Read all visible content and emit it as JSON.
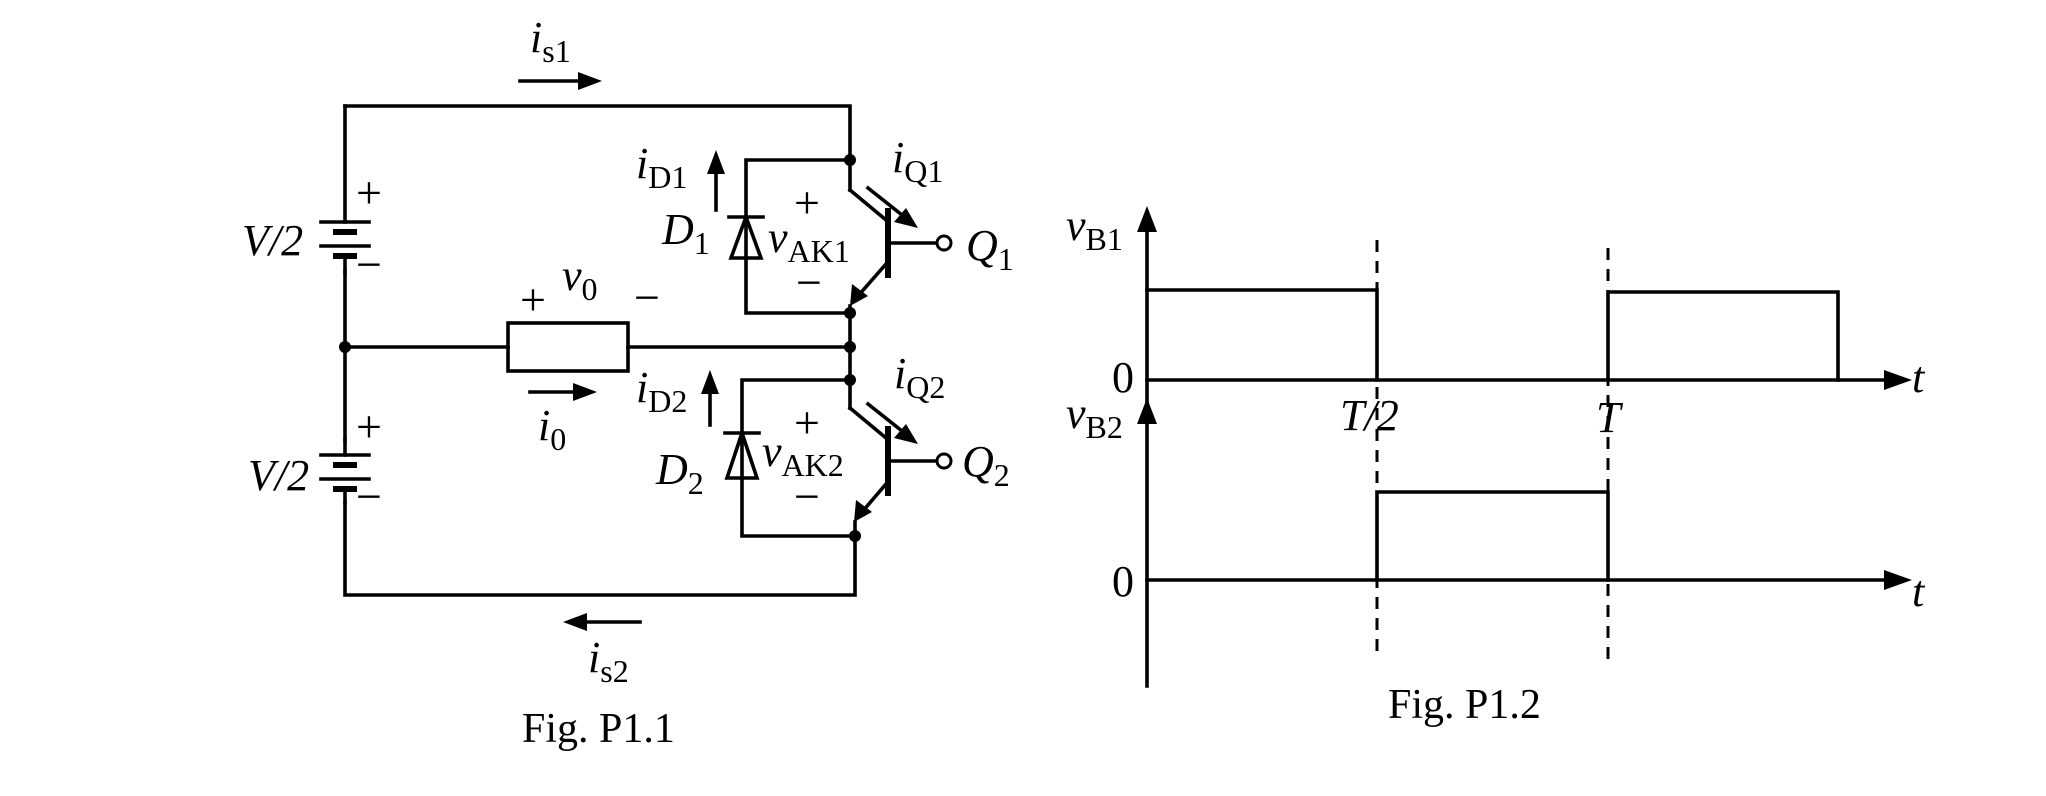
{
  "fig1": {
    "caption": "Fig. P1.1",
    "is1": {
      "main": "i",
      "sub": "s1"
    },
    "is2": {
      "main": "i",
      "sub": "s2"
    },
    "i0": {
      "main": "i",
      "sub": "0"
    },
    "v0": {
      "main": "v",
      "sub": "0"
    },
    "iD1": {
      "main": "i",
      "sub": "D1"
    },
    "iD2": {
      "main": "i",
      "sub": "D2"
    },
    "iQ1": {
      "main": "i",
      "sub": "Q1"
    },
    "iQ2": {
      "main": "i",
      "sub": "Q2"
    },
    "D1": {
      "main": "D",
      "sub": "1"
    },
    "D2": {
      "main": "D",
      "sub": "2"
    },
    "Q1": {
      "main": "Q",
      "sub": "1"
    },
    "Q2": {
      "main": "Q",
      "sub": "2"
    },
    "vAK1": {
      "main": "v",
      "sub": "AK1"
    },
    "vAK2": {
      "main": "v",
      "sub": "AK2"
    },
    "source_top": "V/2",
    "source_bottom": "V/2",
    "plus": "+",
    "minus": "−"
  },
  "fig2": {
    "caption": "Fig. P1.2",
    "vB1": {
      "main": "v",
      "sub": "B1"
    },
    "vB2": {
      "main": "v",
      "sub": "B2"
    },
    "zero_top": "0",
    "zero_bottom": "0",
    "t_top": "t",
    "t_bottom": "t",
    "tick_half": "T/2",
    "tick_full": "T"
  }
}
